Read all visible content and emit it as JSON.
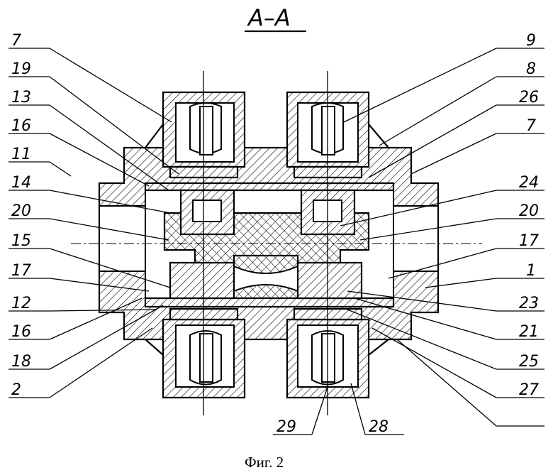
{
  "title": "А–А",
  "caption": "Фиг. 2",
  "labels": {
    "l7a": "7",
    "l19": "19",
    "l13": "13",
    "l16a": "16",
    "l11": "11",
    "l14": "14",
    "l20a": "20",
    "l15": "15",
    "l17a": "17",
    "l12": "12",
    "l16b": "16",
    "l18": "18",
    "l2": "2",
    "l9": "9",
    "l8": "8",
    "l26": "26",
    "l7b": "7",
    "l24": "24",
    "l20b": "20",
    "l17b": "17",
    "l1": "1",
    "l23": "23",
    "l21": "21",
    "l25": "25",
    "l27": "27",
    "l29": "29",
    "l28": "28"
  }
}
